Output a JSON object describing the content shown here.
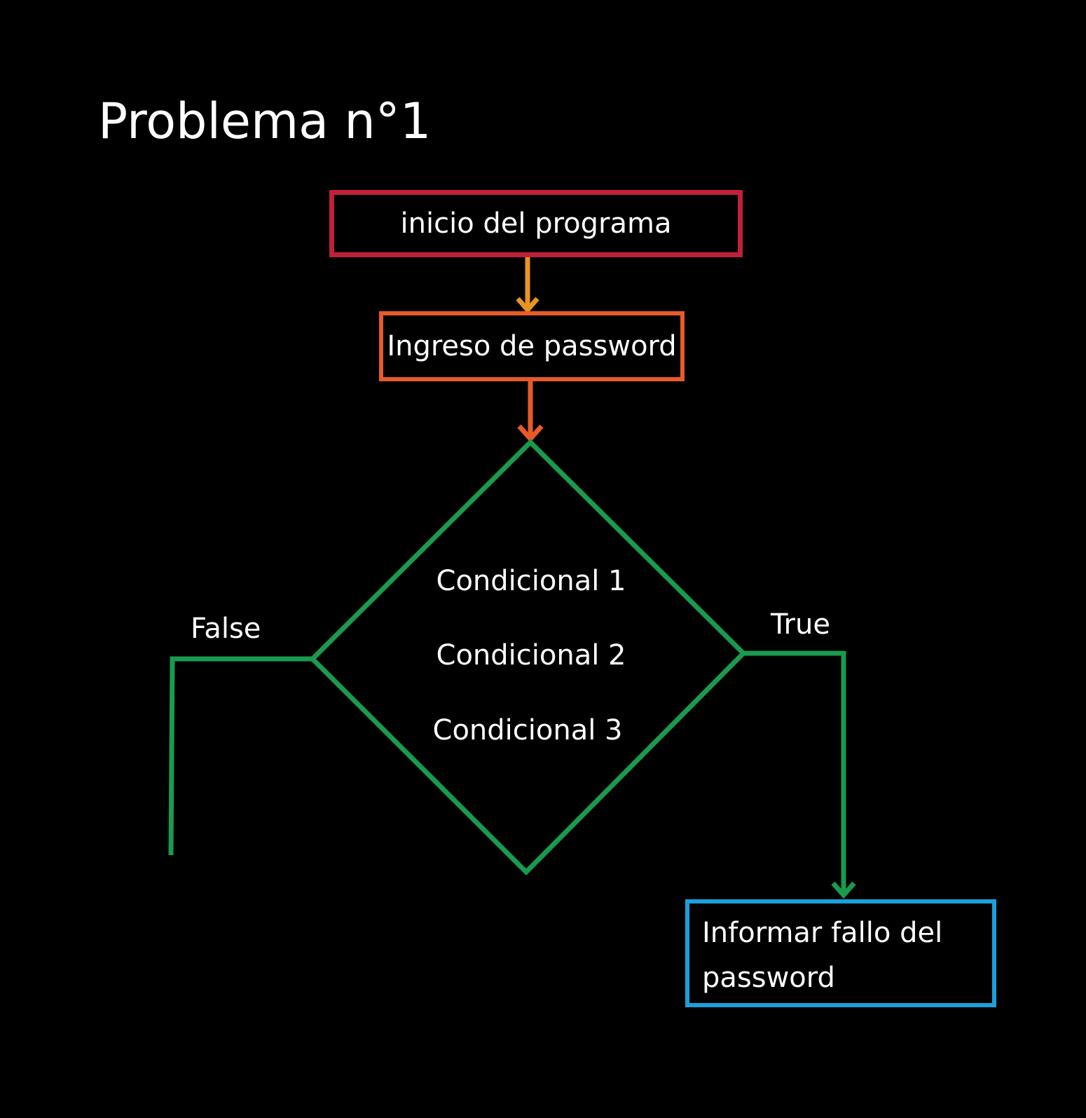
{
  "title": "Problema n°1",
  "nodes": {
    "start": {
      "label": "inicio del programa"
    },
    "input": {
      "label": "Ingreso de password"
    },
    "decision": {
      "conditions": [
        "Condicional 1",
        "Condicional 2",
        "Condicional 3"
      ]
    },
    "fail": {
      "label": "Informar fallo del password"
    }
  },
  "edges": {
    "false_label": "False",
    "true_label": "True"
  },
  "colors": {
    "background": "#000000",
    "start_border": "#c0203a",
    "input_border": "#e85a2a",
    "arrow_start_to_input": "#e8951f",
    "arrow_input_to_decision": "#e85a2a",
    "decision_and_branches": "#1a9a4e",
    "fail_border": "#1aa0dc",
    "text": "#ffffff"
  }
}
